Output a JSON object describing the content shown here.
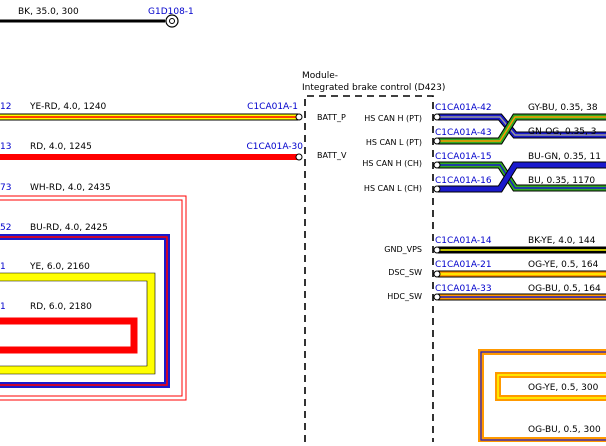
{
  "module": {
    "title_line1": "Module-",
    "title_line2": "Integrated brake control (D423)"
  },
  "top": {
    "wire_label": "BK, 35.0, 300",
    "ground_ref": "G1D108-1"
  },
  "module_pins_left": [
    "BATT_P",
    "BATT_V"
  ],
  "module_pins_right": [
    "HS CAN H (PT)",
    "HS CAN L (PT)",
    "HS CAN H (CH)",
    "HS CAN L (CH)",
    "GND_VPS",
    "DSC_SW",
    "HDC_SW"
  ],
  "left_wires": [
    {
      "num": "12",
      "spec": "YE-RD, 4.0, 1240",
      "connector": "C1CA01A-1"
    },
    {
      "num": "13",
      "spec": "RD, 4.0, 1245",
      "connector": "C1CA01A-30"
    },
    {
      "num": "73",
      "spec": "WH-RD, 4.0, 2435",
      "connector": ""
    },
    {
      "num": "52",
      "spec": "BU-RD, 4.0, 2425",
      "connector": ""
    },
    {
      "num": "1",
      "spec": "YE, 6.0, 2160",
      "connector": ""
    },
    {
      "num": "1",
      "spec": "RD, 6.0, 2180",
      "connector": ""
    }
  ],
  "right_wires": [
    {
      "connector": "C1CA01A-42",
      "spec": "GY-BU, 0.35, 38"
    },
    {
      "connector": "C1CA01A-43",
      "spec": "GN-OG, 0.35, 3"
    },
    {
      "connector": "C1CA01A-15",
      "spec": "BU-GN, 0.35, 11"
    },
    {
      "connector": "C1CA01A-16",
      "spec": "BU, 0.35, 1170"
    },
    {
      "connector": "C1CA01A-14",
      "spec": "BK-YE, 4.0, 144"
    },
    {
      "connector": "C1CA01A-21",
      "spec": "OG-YE, 0.5, 164"
    },
    {
      "connector": "C1CA01A-33",
      "spec": "OG-BU, 0.5, 164"
    }
  ],
  "bottom_right_wires": [
    {
      "spec": "OG-YE, 0.5, 300"
    },
    {
      "spec": "OG-BU, 0.5, 300"
    }
  ],
  "colors": {
    "connector_link": "#0000cc",
    "text": "#000000",
    "red": "#ff0000",
    "yellow": "#ffff00",
    "blue": "#1a1acc",
    "green": "#33aa22",
    "orange": "#ff9900",
    "gray": "#999999"
  }
}
